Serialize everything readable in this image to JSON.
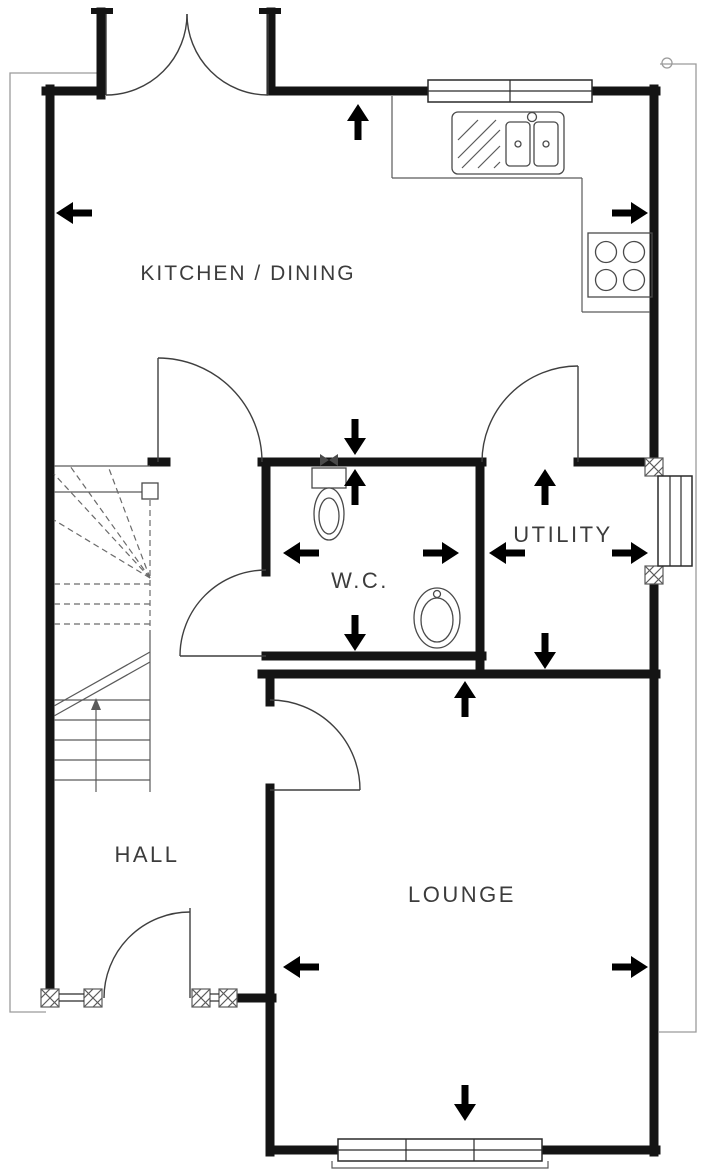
{
  "plan": {
    "rooms": {
      "kitchen_dining": "KITCHEN / DINING",
      "wc": "W.C.",
      "utility": "UTILITY",
      "hall": "HALL",
      "lounge": "LOUNGE"
    }
  },
  "icons": {
    "measure_arrow": "solid black triangle with stem pointing at a wall (dimension indicator)",
    "window_end_block": "small crosshatched square marking window/wall junction",
    "stop_valve": "small bowtie symbol above the toilet cistern",
    "stair_direction_arrow": "thin arrow running up the lower stair flight",
    "drainage_symbol": "small circle at top-right outside wall"
  },
  "colors": {
    "walls": "#141414",
    "arrows": "#000000",
    "labels": "#3c3c3c",
    "fixtures": "#4a4a4a",
    "background": "#ffffff"
  }
}
